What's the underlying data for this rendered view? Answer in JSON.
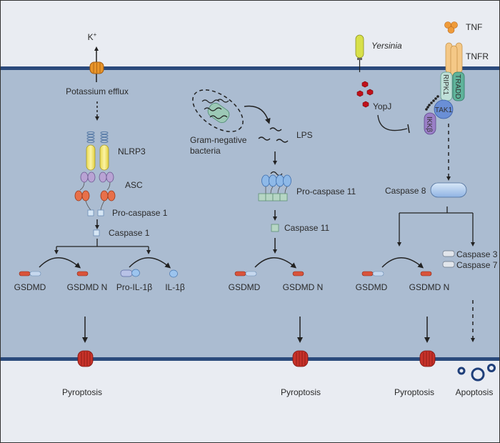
{
  "figure": {
    "extracellular_left": {
      "ion": "K+",
      "ion_base": "K",
      "ion_sup": "+"
    },
    "pathway_canonical": {
      "efflux_label": "Potassium efflux",
      "sensor_label": "NLRP3",
      "adaptor_label": "ASC",
      "procaspase_label": "Pro-caspase 1",
      "caspase_label": "Caspase 1",
      "substrates": [
        "GSDMD",
        "GSDMD N",
        "Pro-IL-1β",
        "IL-1β"
      ],
      "outcome": "Pyroptosis"
    },
    "pathway_noncanonical": {
      "bacteria_label_line1": "Gram-negative",
      "bacteria_label_line2": "bacteria",
      "lps_label": "LPS",
      "procaspase_label": "Pro-caspase 11",
      "caspase_label": "Caspase 11",
      "substrates": [
        "GSDMD",
        "GSDMD N"
      ],
      "outcome": "Pyroptosis"
    },
    "pathway_caspase8": {
      "pathogen_label": "Yersinia",
      "effector_label": "YopJ",
      "ligand_label": "TNF",
      "receptor_label": "TNFR",
      "complex": [
        "RIPK1",
        "TRADD",
        "TAK1",
        "IKKβ"
      ],
      "caspase_label": "Caspase 8",
      "executioners": [
        "Caspase 3",
        "Caspase 7"
      ],
      "substrates": [
        "GSDMD",
        "GSDMD N"
      ],
      "outcomes": [
        "Pyroptosis",
        "Apoptosis"
      ]
    },
    "colors": {
      "cytoplasm": "#abbcd1",
      "extracellular": "#e9ecf2",
      "membrane": "#2b4a7c",
      "k_channel": "#e8952a",
      "gsdmd_pore": "#c8322a",
      "nlrp3": "#f1e472",
      "asc_pyd": "#b9a3d4",
      "asc_card": "#e8704a",
      "caspase1": "#d6e6f5",
      "caspase11_box": "#b6d6c4",
      "caspase11_card": "#8eb9e8",
      "yopj": "#c0111b",
      "yersinia": "#d8e04a",
      "tnf": "#ef9b3a",
      "tnfr": "#f4c887",
      "ripk1": "#bfe0d8",
      "tradd": "#5fb39a",
      "tak1": "#6a8fd6",
      "ikkb": "#9a7fc7",
      "caspase8": "#a7c7ee",
      "apoptotic_body": "#1f3f7a"
    }
  }
}
